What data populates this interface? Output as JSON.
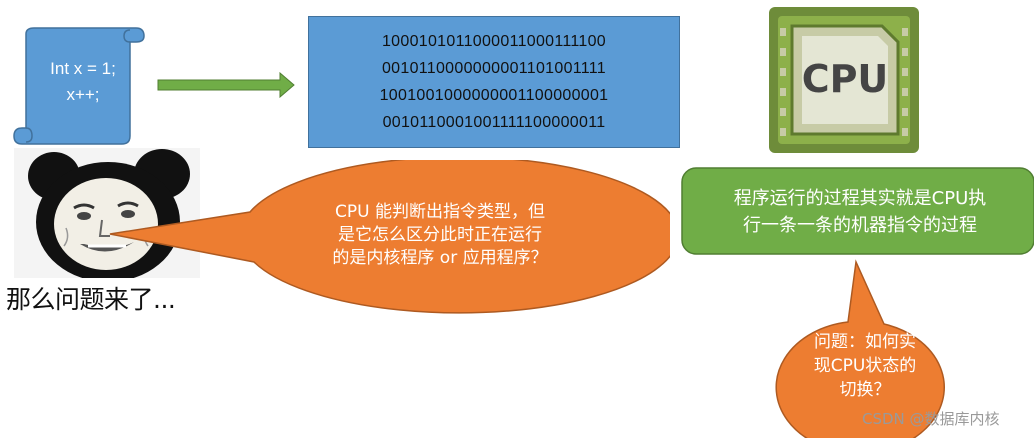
{
  "code": {
    "lines": [
      "Int x = 1;",
      "x++;"
    ]
  },
  "binary": {
    "lines": [
      "1000101011000011000111100",
      "0010110000000001101001111",
      "1001001000000001100000001",
      "0010110001001111100000011"
    ]
  },
  "meme": {
    "caption": "那么问题来了..."
  },
  "callout_question": {
    "lines": [
      "CPU 能判断出指令类型，但",
      "是它怎么区分此时正在运行",
      "的是内核程序 or 应用程序？"
    ]
  },
  "cpu": {
    "label": "CPU"
  },
  "cpu_note": {
    "lines": [
      "程序运行的过程其实就是CPU执",
      "行一条一条的机器指令的过程"
    ]
  },
  "question": {
    "lines": [
      "问题：如何实",
      "现CPU状态的",
      "切换？"
    ]
  },
  "watermark": "CSDN @数据库内核",
  "colors": {
    "scroll": "#5b9bd5",
    "binary_box": "#5b9bd5",
    "arrow": "#70ad47",
    "orange": "#ed7d31",
    "green": "#70ad47",
    "cpu_frame": "#6e8c3a"
  }
}
